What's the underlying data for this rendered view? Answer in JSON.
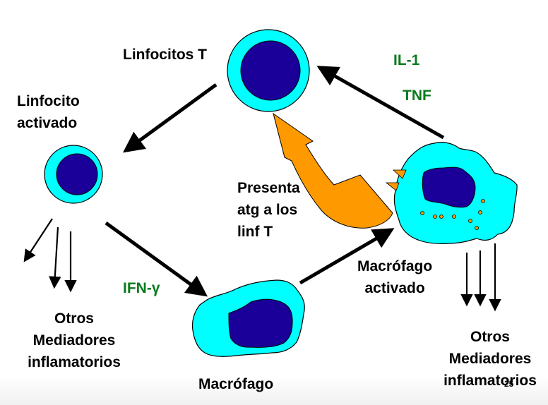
{
  "slide": {
    "page_number": "25",
    "colors": {
      "cell_cytoplasm": "#00ffff",
      "nucleus": "#1a0099",
      "arrow": "#000000",
      "presentation_arrow": "#ff9900",
      "granule": "#ff9900",
      "cytokine_text": "#0b7a1c"
    },
    "cells": {
      "t_lymphocyte": "Linfocitos T",
      "activated_lymphocyte": [
        "Linfocito",
        "activado"
      ],
      "macrophage": "Macrófago",
      "activated_macrophage": [
        "Macrófago",
        "activado"
      ]
    },
    "cytokines": {
      "il1": "IL-1",
      "tnf": "TNF",
      "ifn_gamma": "IFN-γ"
    },
    "presentation_label": [
      "Presenta",
      "atg a los",
      "linf T"
    ],
    "left_mediators": [
      "Otros",
      "Mediadores",
      "inflamatorios"
    ],
    "right_mediators": [
      "Otros",
      "Mediadores",
      "inflamatorios"
    ]
  }
}
